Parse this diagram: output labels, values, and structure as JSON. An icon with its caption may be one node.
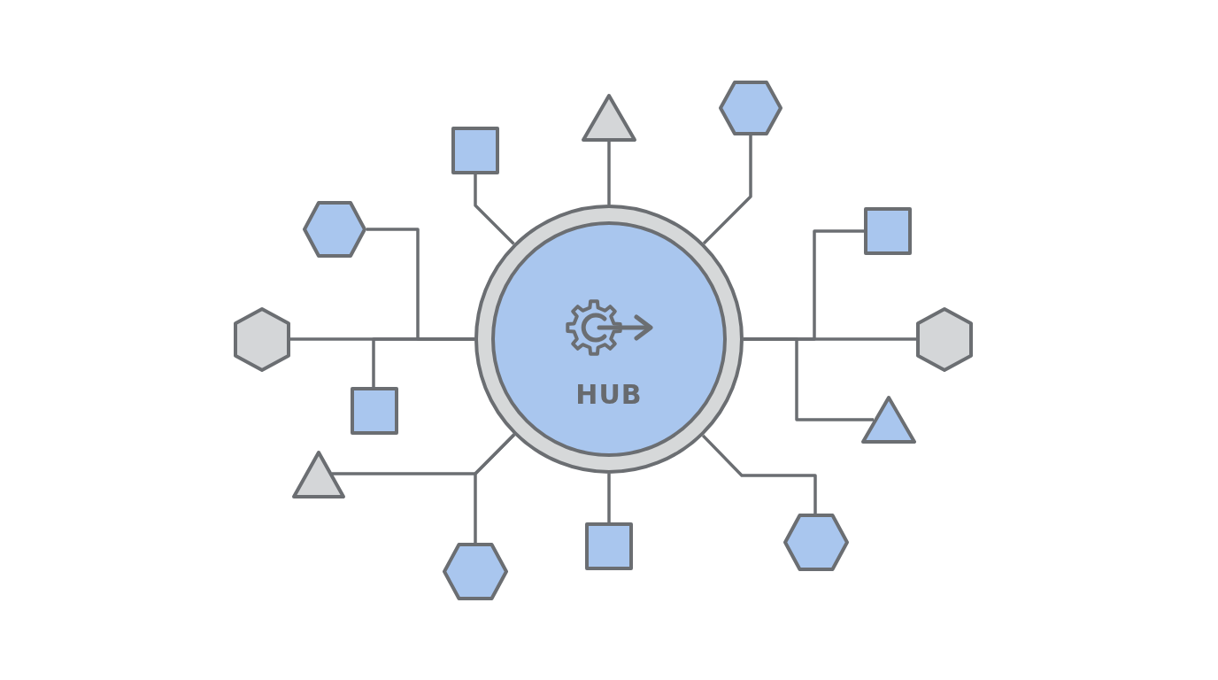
{
  "diagram": {
    "nodes": [
      {
        "text": [
          "HUB"
        ]
      },
      {
        "text": [],
        "shape": "hexagon"
      },
      {
        "text": [],
        "shape": "triangle"
      },
      {
        "text": [],
        "shape": "box"
      },
      {
        "text": [],
        "shape": "hexagon"
      },
      {
        "text": [],
        "shape": "box"
      },
      {
        "text": [],
        "shape": "hexagon"
      },
      {
        "text": [],
        "shape": "hexagon"
      },
      {
        "text": [],
        "shape": "box"
      },
      {
        "text": [],
        "shape": "triangle"
      },
      {
        "text": [],
        "shape": "triangle"
      },
      {
        "text": [],
        "shape": "box"
      },
      {
        "text": [],
        "shape": "hexagon"
      },
      {
        "text": [],
        "shape": "hexagon"
      }
    ],
    "edges": [
      {
        "from": 0,
        "to": 1,
        "arrow": "none"
      },
      {
        "from": 0,
        "to": 2,
        "arrow": "none"
      },
      {
        "from": 0,
        "to": 3,
        "arrow": "none"
      },
      {
        "from": 0,
        "to": 4,
        "arrow": "none"
      },
      {
        "from": 0,
        "to": 5,
        "arrow": "none"
      },
      {
        "from": 0,
        "to": 6,
        "arrow": "none"
      },
      {
        "from": 0,
        "to": 7,
        "arrow": "none"
      },
      {
        "from": 0,
        "to": 8,
        "arrow": "none"
      },
      {
        "from": 0,
        "to": 9,
        "arrow": "none"
      },
      {
        "from": 0,
        "to": 10,
        "arrow": "none"
      },
      {
        "from": 0,
        "to": 11,
        "arrow": "none"
      },
      {
        "from": 0,
        "to": 12,
        "arrow": "none"
      },
      {
        "from": 0,
        "to": 13,
        "arrow": "none"
      }
    ]
  }
}
